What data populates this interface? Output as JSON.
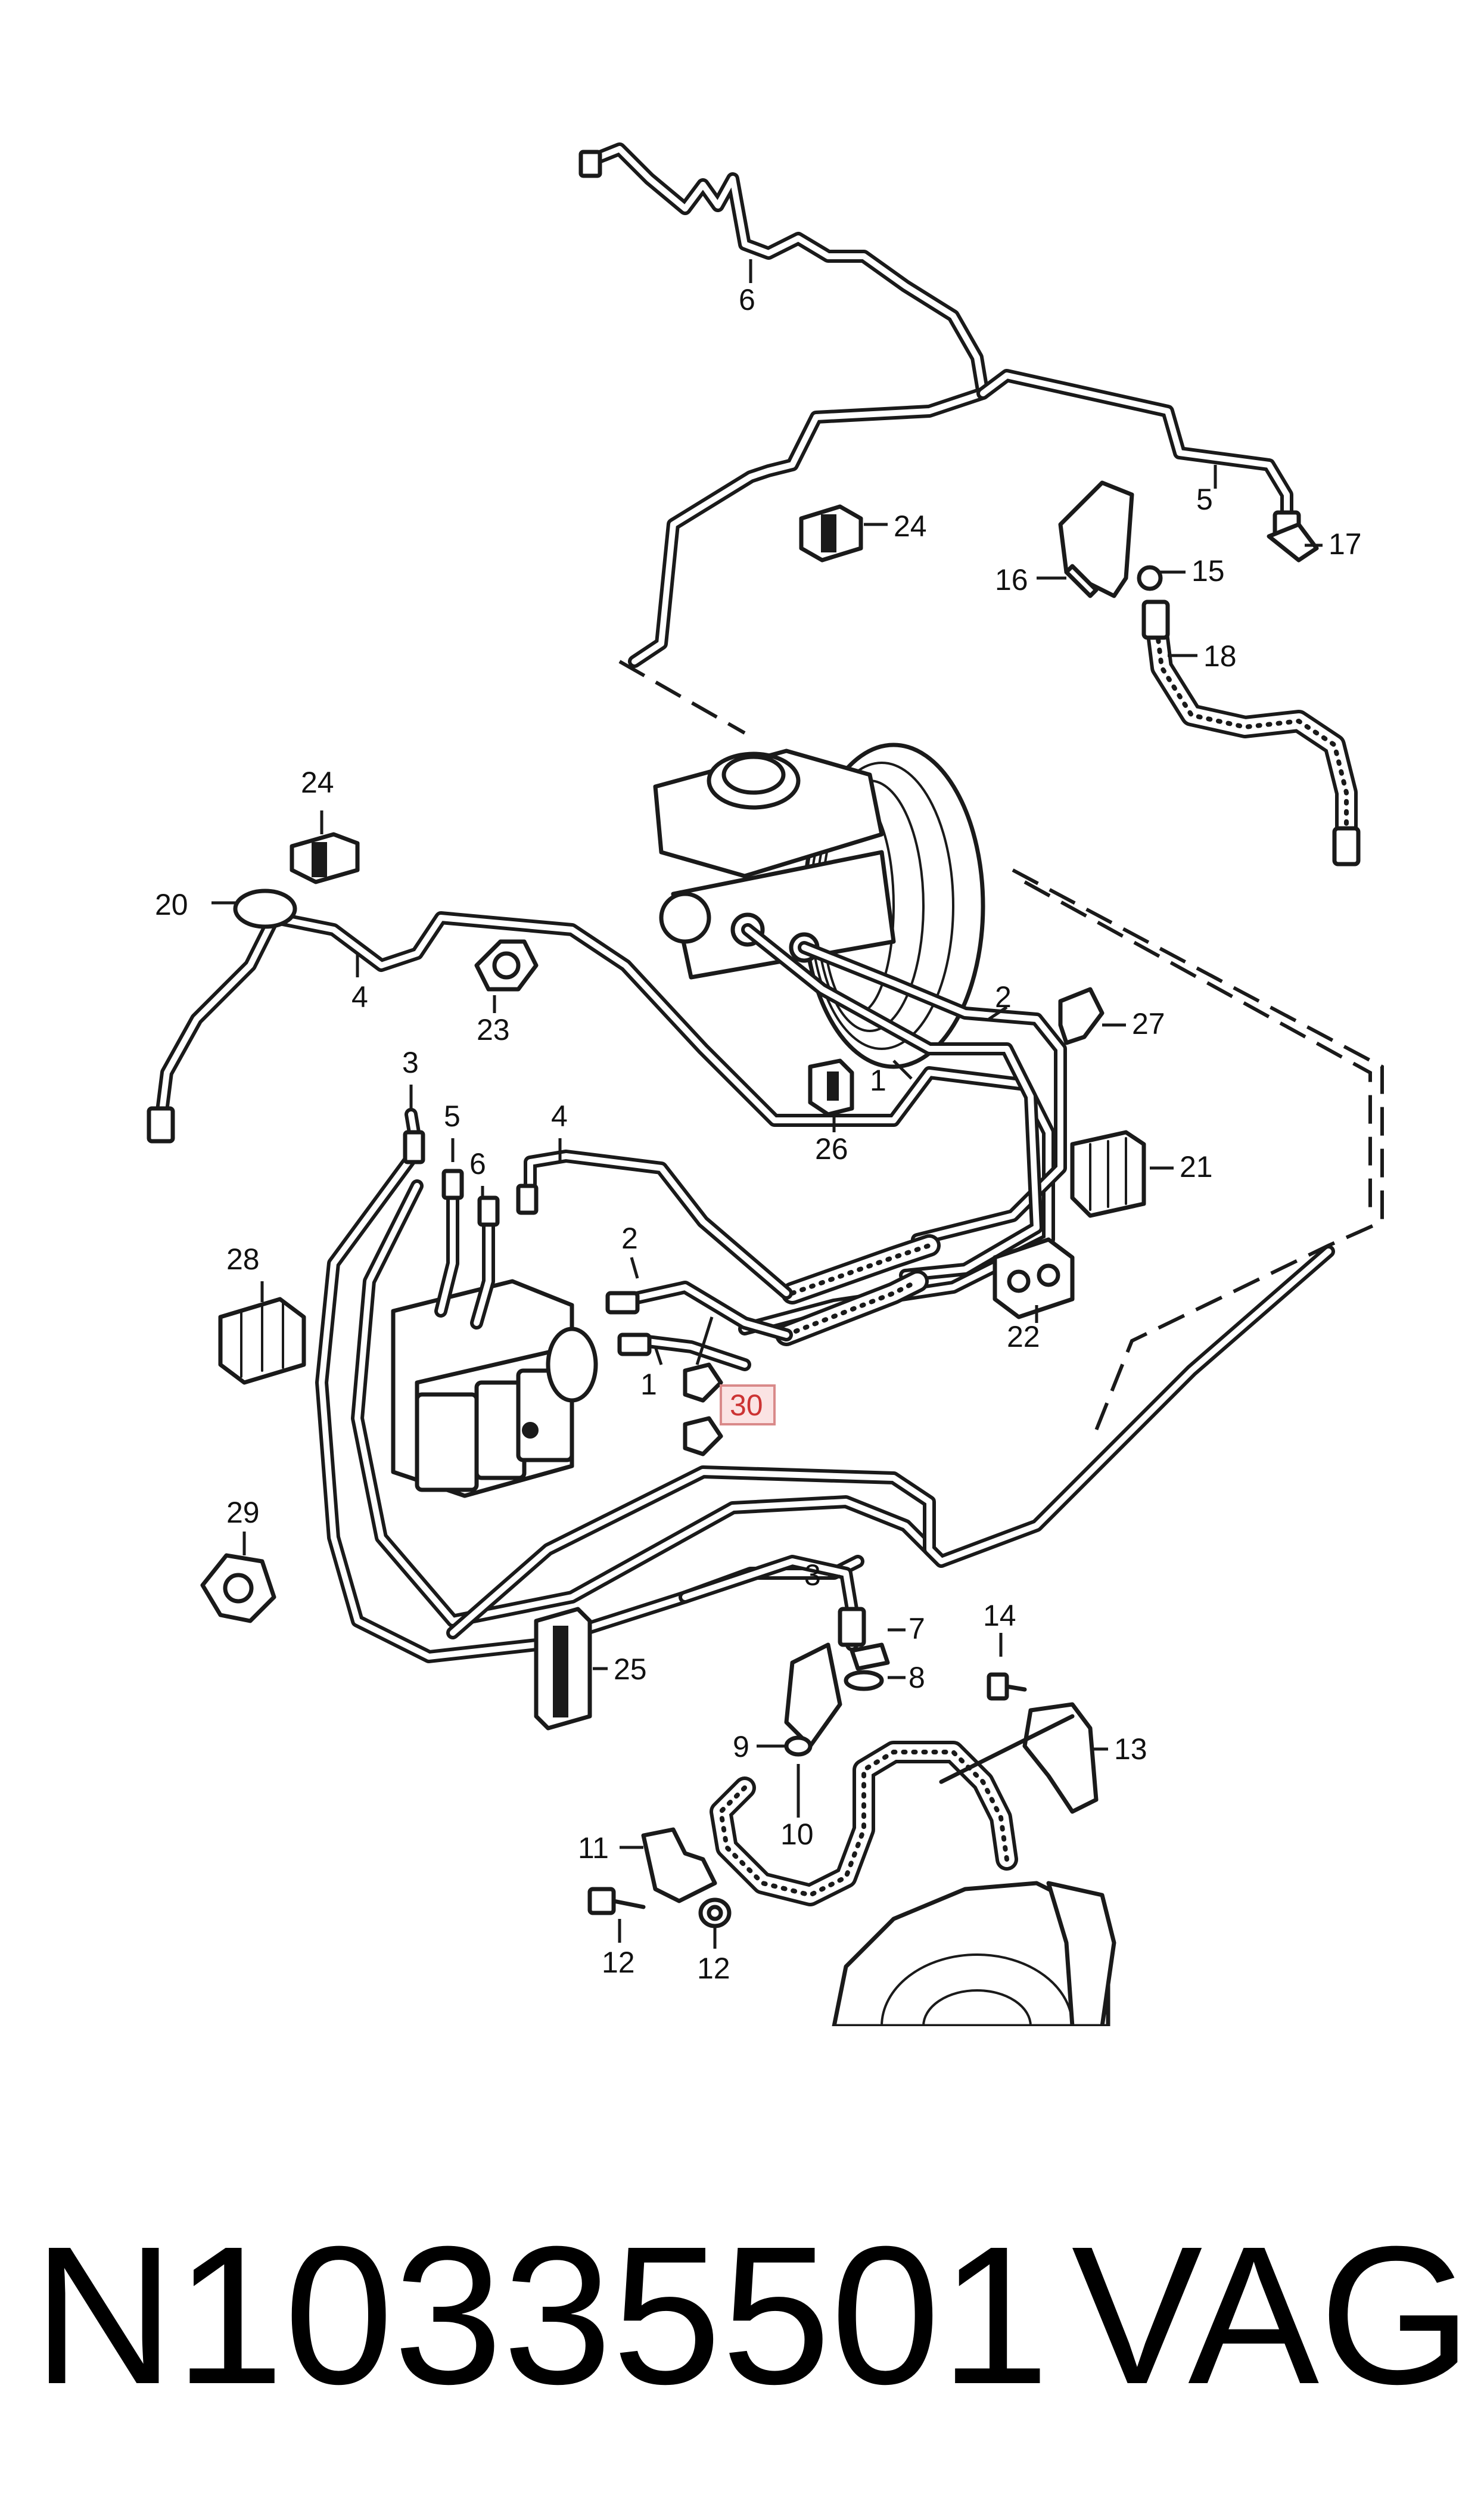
{
  "callouts": [
    {
      "id": "c6",
      "label": "6"
    },
    {
      "id": "c5a",
      "label": "5"
    },
    {
      "id": "c24a",
      "label": "24"
    },
    {
      "id": "c17",
      "label": "17"
    },
    {
      "id": "c16",
      "label": "16"
    },
    {
      "id": "c15",
      "label": "15"
    },
    {
      "id": "c18",
      "label": "18"
    },
    {
      "id": "c24b",
      "label": "24"
    },
    {
      "id": "c20",
      "label": "20"
    },
    {
      "id": "c4a",
      "label": "4"
    },
    {
      "id": "c23",
      "label": "23"
    },
    {
      "id": "c2a",
      "label": "2"
    },
    {
      "id": "c27",
      "label": "27"
    },
    {
      "id": "c1a",
      "label": "1"
    },
    {
      "id": "c26",
      "label": "26"
    },
    {
      "id": "c21",
      "label": "21"
    },
    {
      "id": "c3a",
      "label": "3"
    },
    {
      "id": "c5b",
      "label": "5"
    },
    {
      "id": "c6b",
      "label": "6"
    },
    {
      "id": "c4b",
      "label": "4"
    },
    {
      "id": "c28",
      "label": "28"
    },
    {
      "id": "c2b",
      "label": "2"
    },
    {
      "id": "c22",
      "label": "22"
    },
    {
      "id": "c1b",
      "label": "1"
    },
    {
      "id": "c29",
      "label": "29"
    },
    {
      "id": "c3b",
      "label": "3"
    },
    {
      "id": "c7",
      "label": "7"
    },
    {
      "id": "c8",
      "label": "8"
    },
    {
      "id": "c25",
      "label": "25"
    },
    {
      "id": "c14",
      "label": "14"
    },
    {
      "id": "c9",
      "label": "9"
    },
    {
      "id": "c13",
      "label": "13"
    },
    {
      "id": "c10",
      "label": "10"
    },
    {
      "id": "c11",
      "label": "11"
    },
    {
      "id": "c12a",
      "label": "12"
    },
    {
      "id": "c12b",
      "label": "12"
    }
  ],
  "highlight": {
    "label": "30",
    "color": "#cc3333"
  },
  "footer": {
    "part_number": "N10335501",
    "brand": "VAG"
  }
}
